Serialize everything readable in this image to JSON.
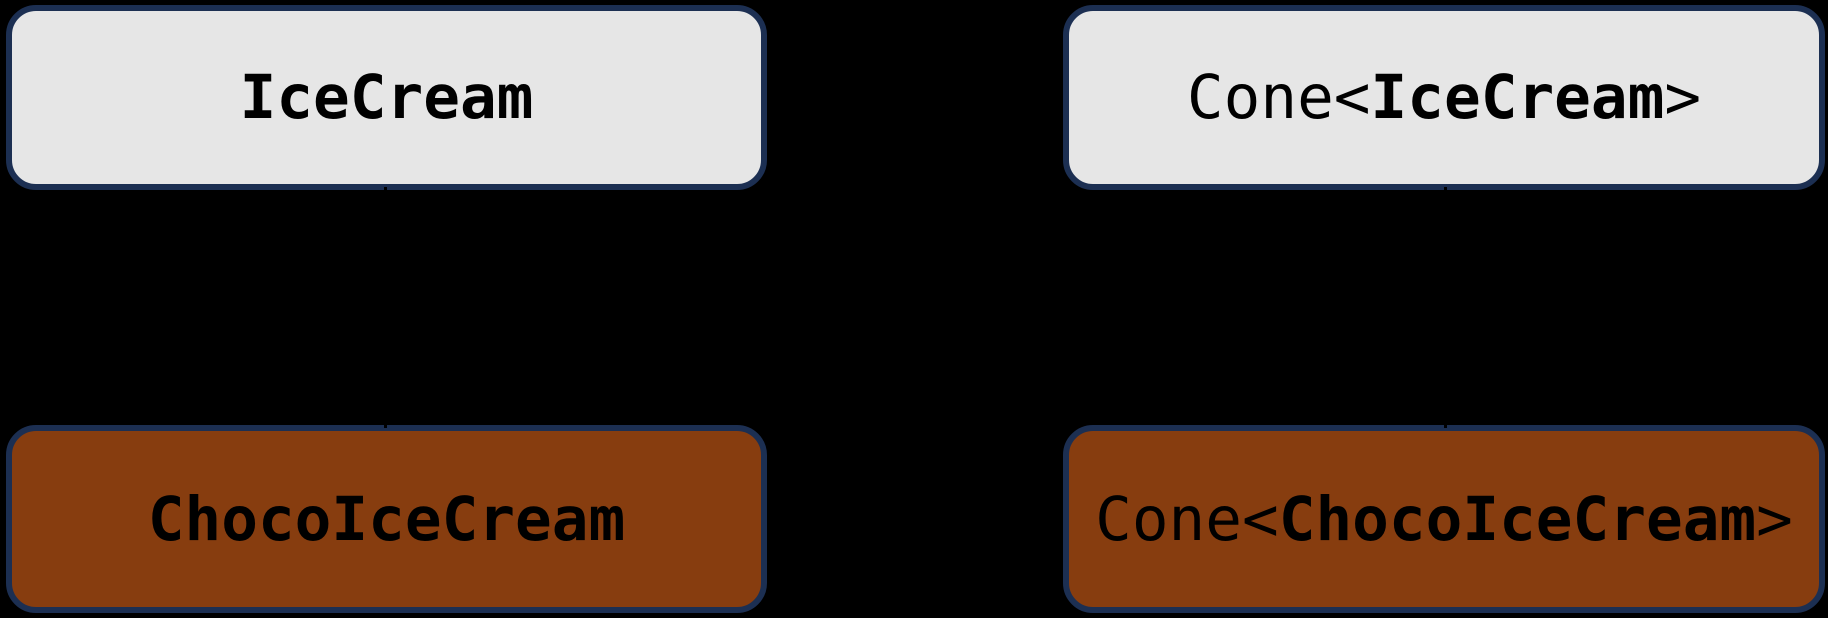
{
  "diagram": {
    "kind": "class-diagram",
    "background_color": "#000000",
    "border_color": "#1c2f52",
    "light_fill": "#e6e6e6",
    "chocolate_fill": "#873d0f",
    "text_color": "#000000",
    "arrow_color": "#000000",
    "nodes": [
      {
        "id": "icecream",
        "prefix": "",
        "bold": "IceCream",
        "suffix": "",
        "variant": "light"
      },
      {
        "id": "cone-icecream",
        "prefix": "Cone<",
        "bold": "IceCream",
        "suffix": ">",
        "variant": "light"
      },
      {
        "id": "chocoicecream",
        "prefix": "",
        "bold": "ChocoIceCream",
        "suffix": "",
        "variant": "chocolate"
      },
      {
        "id": "cone-chocoicecream",
        "prefix": "Cone<",
        "bold": "ChocoIceCream",
        "suffix": ">",
        "variant": "chocolate"
      }
    ],
    "edges": [
      {
        "from": "chocoicecream",
        "to": "icecream",
        "orientation": "vertical",
        "color": "#000000"
      },
      {
        "from": "cone-chocoicecream",
        "to": "cone-icecream",
        "orientation": "vertical",
        "color": "#000000"
      }
    ]
  }
}
